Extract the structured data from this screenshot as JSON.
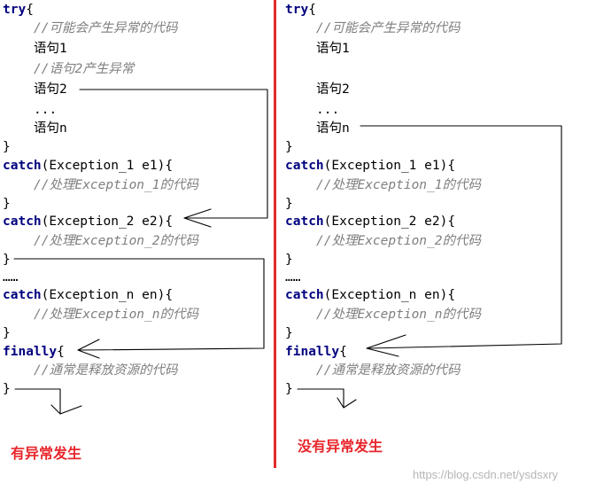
{
  "colors": {
    "keyword": "#00007f",
    "comment": "#7f7f7f",
    "caption": "#e8262b",
    "divider": "#e32b2b"
  },
  "left": {
    "try": "try",
    "brace_open": "{",
    "c_maybe": "//可能会产生异常的代码",
    "s1": "语句1",
    "c_s2": "//语句2产生异常",
    "s2": "语句2",
    "dots": "...",
    "sn": "语句n",
    "brace_close": "}",
    "catch": "catch",
    "e1": "(Exception_1 e1){",
    "c_e1": "//处理Exception_1的代码",
    "e2": "(Exception_2 e2){",
    "c_e2": "//处理Exception_2的代码",
    "ellipsis": "……",
    "en": "(Exception_n en){",
    "c_en": "//处理Exception_n的代码",
    "finally": "finally",
    "c_fin": "//通常是释放资源的代码",
    "caption": "有异常发生"
  },
  "right": {
    "try": "try",
    "brace_open": "{",
    "c_maybe": "//可能会产生异常的代码",
    "s1": "语句1",
    "s2": "语句2",
    "dots": "...",
    "sn": "语句n",
    "brace_close": "}",
    "catch": "catch",
    "e1": "(Exception_1 e1){",
    "c_e1": "//处理Exception_1的代码",
    "e2": "(Exception_2 e2){",
    "c_e2": "//处理Exception_2的代码",
    "ellipsis": "……",
    "en": "(Exception_n en){",
    "c_en": "//处理Exception_n的代码",
    "finally": "finally",
    "c_fin": "//通常是释放资源的代码",
    "caption": "没有异常发生"
  },
  "watermark": "https://blog.csdn.net/ysdsxry"
}
